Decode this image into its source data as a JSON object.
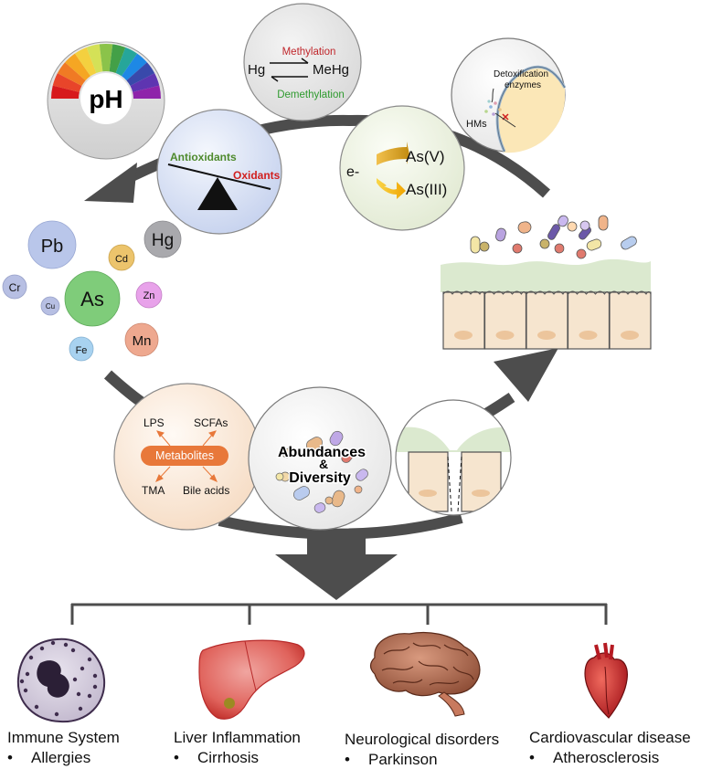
{
  "ph_label": "pH",
  "methylation": {
    "top_label": "Methylation",
    "bottom_label": "Demethylation",
    "left": "Hg",
    "right": "MeHg",
    "colors": {
      "methylation": "#c0262b",
      "demethylation": "#2e9a2e"
    }
  },
  "detox": {
    "title_line1": "Detoxification",
    "title_line2": "enzymes",
    "hms": "HMs"
  },
  "balance": {
    "antioxidants": "Antioxidants",
    "oxidants": "Oxidants",
    "colors": {
      "antioxidants": "#4e8a2d",
      "oxidants": "#d11f1f"
    }
  },
  "arsenic": {
    "electron": "e-",
    "top": "As(V)",
    "bottom": "As(III)"
  },
  "metals": [
    {
      "symbol": "Pb",
      "color": "#b9c6ea"
    },
    {
      "symbol": "Hg",
      "color": "#a9a9ad"
    },
    {
      "symbol": "Cd",
      "color": "#ecc46c"
    },
    {
      "symbol": "Cr",
      "color": "#b7bfe3"
    },
    {
      "symbol": "Cu",
      "color": "#b7bfe3"
    },
    {
      "symbol": "As",
      "color": "#7fcc7a"
    },
    {
      "symbol": "Zn",
      "color": "#e8a2ea"
    },
    {
      "symbol": "Fe",
      "color": "#a8d2f0"
    },
    {
      "symbol": "Mn",
      "color": "#eea88f"
    }
  ],
  "metabolites": {
    "center": "Metabolites",
    "lps": "LPS",
    "scfas": "SCFAs",
    "tma": "TMA",
    "bile": "Bile acids",
    "accent": "#e8783a"
  },
  "microbiota": {
    "line1": "Abundances",
    "line2": "&",
    "line3": "Diversity"
  },
  "diseases": [
    {
      "title": "Immune System",
      "item": "Allergies",
      "icon": "neutrophil-icon"
    },
    {
      "title": "Liver Inflammation",
      "item": "Cirrhosis",
      "icon": "liver-icon"
    },
    {
      "title": "Neurological disorders",
      "item": "Parkinson",
      "icon": "brain-icon"
    },
    {
      "title": "Cardiovascular disease",
      "item": "Atherosclerosis",
      "icon": "heart-icon"
    }
  ],
  "bullet": "•"
}
